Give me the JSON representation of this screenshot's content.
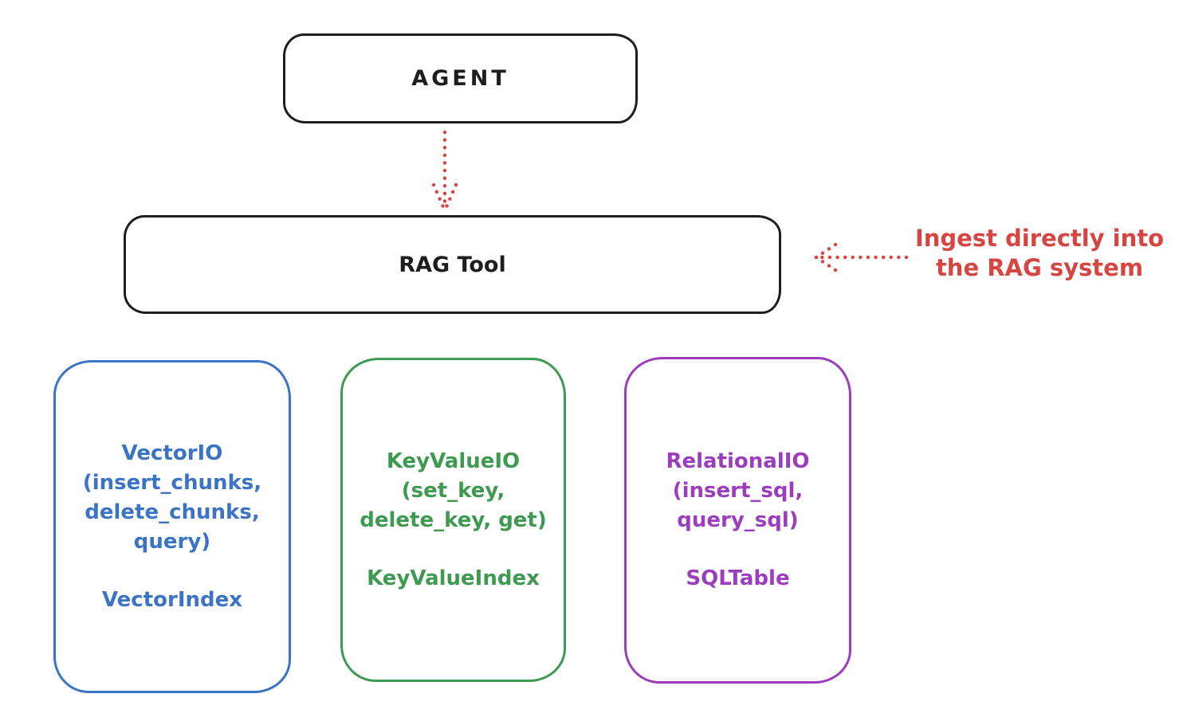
{
  "diagram": {
    "nodes": {
      "agent": {
        "label": "AGENT"
      },
      "rag_tool": {
        "label": "RAG Tool"
      }
    },
    "annotation": {
      "line1": "Ingest directly into",
      "line2": "the RAG system",
      "color": "#d64541"
    },
    "storage_boxes": [
      {
        "name": "vector-io",
        "color": "#3b73c5",
        "body": "VectorIO\n(insert_chunks,\ndelete_chunks,\nquery)",
        "footer": "VectorIndex"
      },
      {
        "name": "keyvalue-io",
        "color": "#3d9a50",
        "body": "KeyValueIO\n(set_key,\ndelete_key, get)",
        "footer": "KeyValueIndex"
      },
      {
        "name": "relational-io",
        "color": "#9b3dbd",
        "body": "RelationalIO\n(insert_sql,\nquery_sql)",
        "footer": "SQLTable"
      }
    ],
    "arrows": [
      {
        "name": "agent-to-rag-tool",
        "style": "dotted",
        "color": "#d64541",
        "direction": "down"
      },
      {
        "name": "annotation-to-rag-tool",
        "style": "dotted",
        "color": "#d64541",
        "direction": "left"
      }
    ],
    "palette": {
      "outline": "#1e1e1e",
      "red": "#d64541",
      "blue": "#3b73c5",
      "green": "#3d9a50",
      "purple": "#9b3dbd",
      "background": "#ffffff"
    }
  }
}
